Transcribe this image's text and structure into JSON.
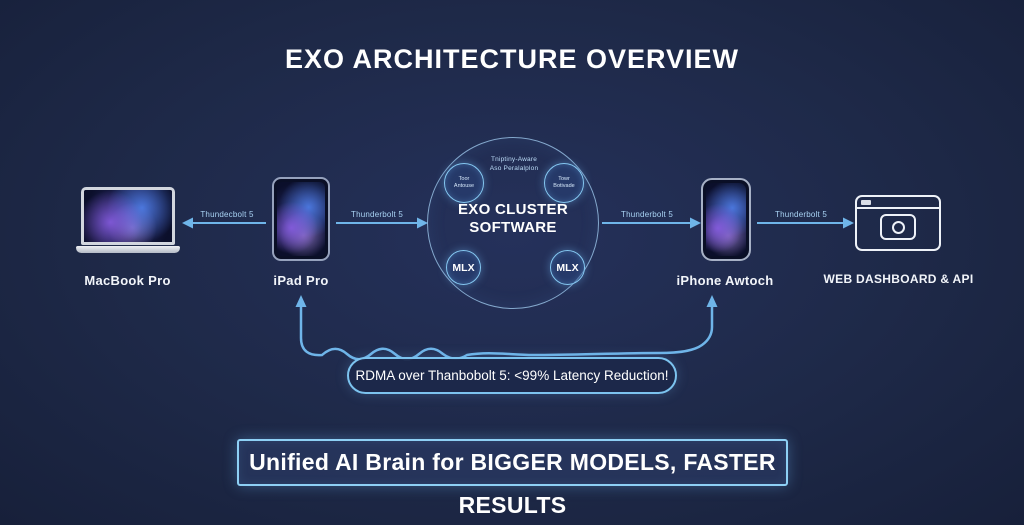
{
  "title": "EXO ARCHITECTURE OVERVIEW",
  "devices": {
    "macbook": {
      "label": "MacBook Pro"
    },
    "ipad": {
      "label": "iPad Pro"
    },
    "iphone": {
      "label": "iPhone Awtoch"
    },
    "dashboard": {
      "label": "WEB DASHBOARD & API"
    }
  },
  "links": [
    {
      "label": "Thundecbolt 5"
    },
    {
      "label": "Thunderbolt 5"
    },
    {
      "label": "Thunderbolt 5"
    },
    {
      "label": "Thunderbolt 5"
    }
  ],
  "cluster": {
    "title_line1": "EXO CLUSTER",
    "title_line2": "SOFTWARE",
    "top_text_line1": "Tniptiny-Aware",
    "top_text_line2": "Aso Peralalplon",
    "node_left_line1": "Toor",
    "node_left_line2": "Antouse",
    "node_right_line1": "Towr",
    "node_right_line2": "Botivade",
    "mlx_left": "MLX",
    "mlx_right": "MLX"
  },
  "rdma_badge": {
    "text": "RDMA over Thanbobolt 5: <99% Latency Reduction!"
  },
  "banner": {
    "text": "Unified AI Brain for BIGGER MODELS, FASTER RESULTS"
  },
  "colors": {
    "background": "#1e2948",
    "accent": "#7cc3ef",
    "connector_line": "#6fb5e9",
    "text": "#ffffff",
    "label_small": "#a9d3f4"
  }
}
